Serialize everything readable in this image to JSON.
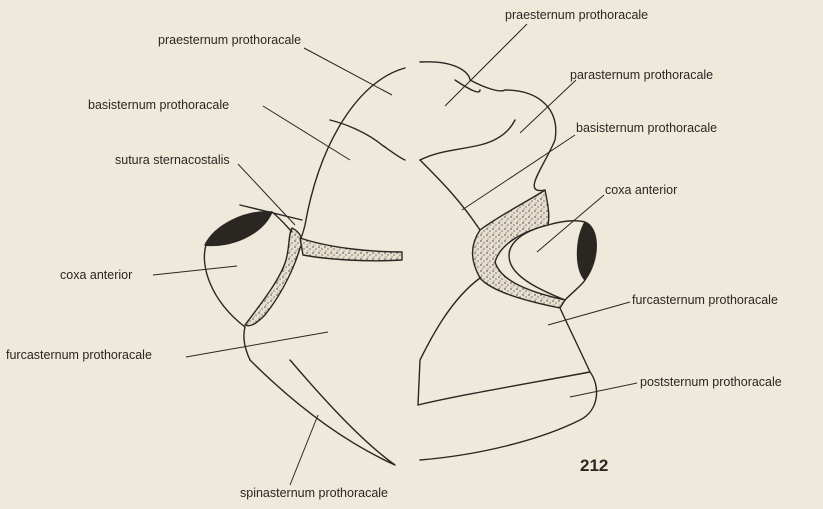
{
  "labels": {
    "praesternum_left": "praesternum prothoracale",
    "praesternum_right": "praesternum prothoracale",
    "parasternum_right": "parasternum prothoracale",
    "basisternum_left": "basisternum prothoracale",
    "basisternum_right": "basisternum prothoracale",
    "sutura": "sutura sternacostalis",
    "coxa_left": "coxa anterior",
    "coxa_right": "coxa anterior",
    "furcasternum_left": "furcasternum prothoracale",
    "furcasternum_right": "furcasternum prothoracale",
    "poststernum_right": "poststernum prothoracale",
    "spinasternum_left": "spinasternum prothoracale"
  },
  "page_number": "212",
  "colors": {
    "background": "#efe9dc",
    "ink": "#2a2622",
    "membrane": "#d9d2c4"
  }
}
